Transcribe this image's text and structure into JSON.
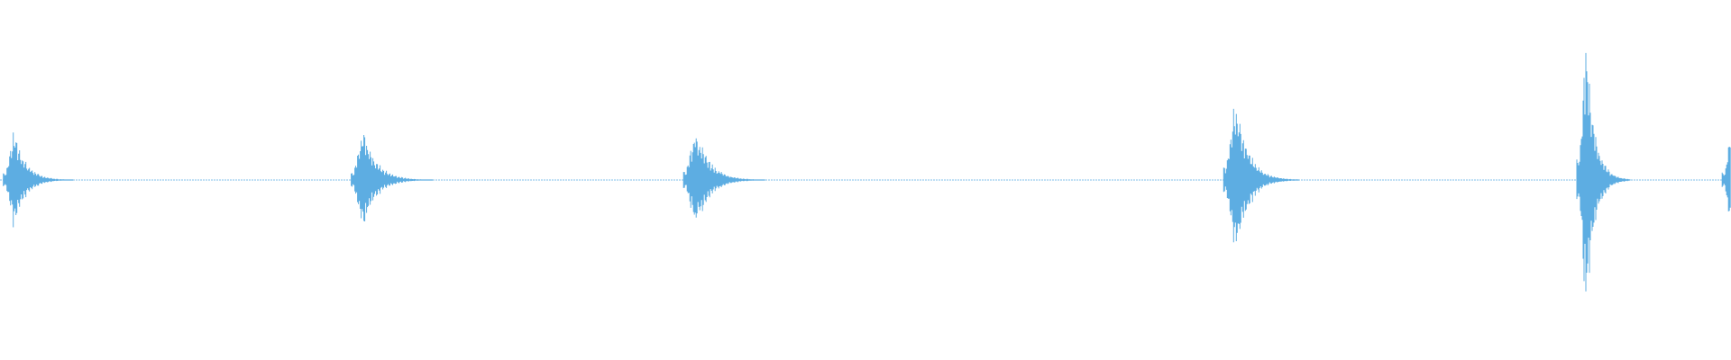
{
  "waveform": {
    "color": "#5dade2",
    "baseline_color": "#7fbfe8",
    "background": "#ffffff",
    "duration_fraction_note_free": true,
    "transients": [
      {
        "time": 0.004,
        "amplitude": 0.33,
        "decay": 0.012
      },
      {
        "time": 0.205,
        "amplitude": 0.33,
        "decay": 0.014
      },
      {
        "time": 0.397,
        "amplitude": 0.36,
        "decay": 0.014
      },
      {
        "time": 0.709,
        "amplitude": 0.56,
        "decay": 0.013
      },
      {
        "time": 0.913,
        "amplitude": 0.95,
        "decay": 0.009
      },
      {
        "time": 0.997,
        "amplitude": 0.33,
        "decay": 0.008
      }
    ]
  }
}
